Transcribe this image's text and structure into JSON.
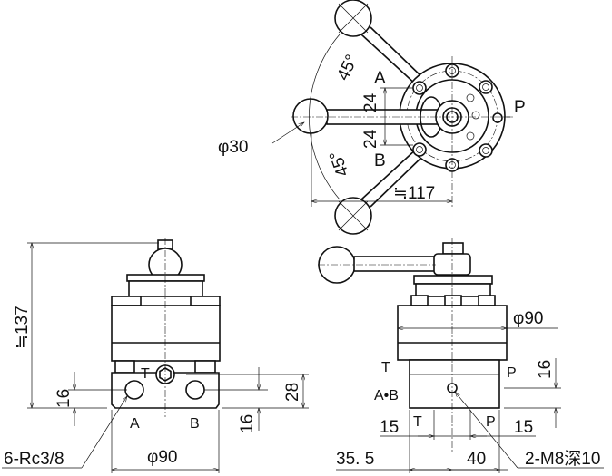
{
  "drawing": {
    "top_view": {
      "port_a": "A",
      "port_b": "B",
      "port_p": "P",
      "angle_upper": "45°",
      "angle_lower": "45°",
      "offset_upper": "24",
      "offset_lower": "24",
      "ball_diameter": "φ30",
      "handle_length": "≒117"
    },
    "front_view": {
      "height": "≒137",
      "port_t": "T",
      "port_a": "A",
      "port_b": "B",
      "dim_16_left": "16",
      "dim_16_right": "16",
      "dim_28": "28",
      "ports_note": "6-Rc3/8",
      "body_diameter": "φ90"
    },
    "side_view": {
      "body_diameter": "φ90",
      "port_t": "T",
      "port_p": "P",
      "port_ab": "A•B",
      "dim_16": "16",
      "dim_15_left": "15",
      "dim_15_right": "15",
      "port_t_bottom": "T",
      "port_p_bottom": "P",
      "dim_35_5": "35. 5",
      "dim_40": "40",
      "tap_note": "2-M8深10"
    }
  }
}
